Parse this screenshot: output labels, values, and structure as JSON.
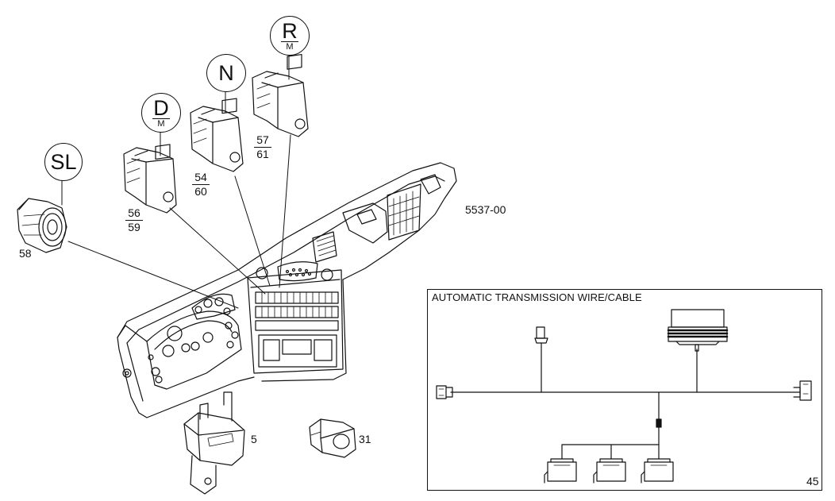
{
  "diagram": {
    "code": "5537-00",
    "circles": {
      "sl": {
        "label": "SL"
      },
      "d": {
        "label": "D",
        "sub": "M"
      },
      "n": {
        "label": "N"
      },
      "r": {
        "label": "R",
        "sub": "M"
      }
    },
    "part_numbers": {
      "p58": "58",
      "p56": "56",
      "p59": "59",
      "p54": "54",
      "p60": "60",
      "p57": "57",
      "p61": "61",
      "p5": "5",
      "p31": "31"
    },
    "inset": {
      "title": "AUTOMATIC TRANSMISSION WIRE/CABLE",
      "number": "45"
    }
  }
}
